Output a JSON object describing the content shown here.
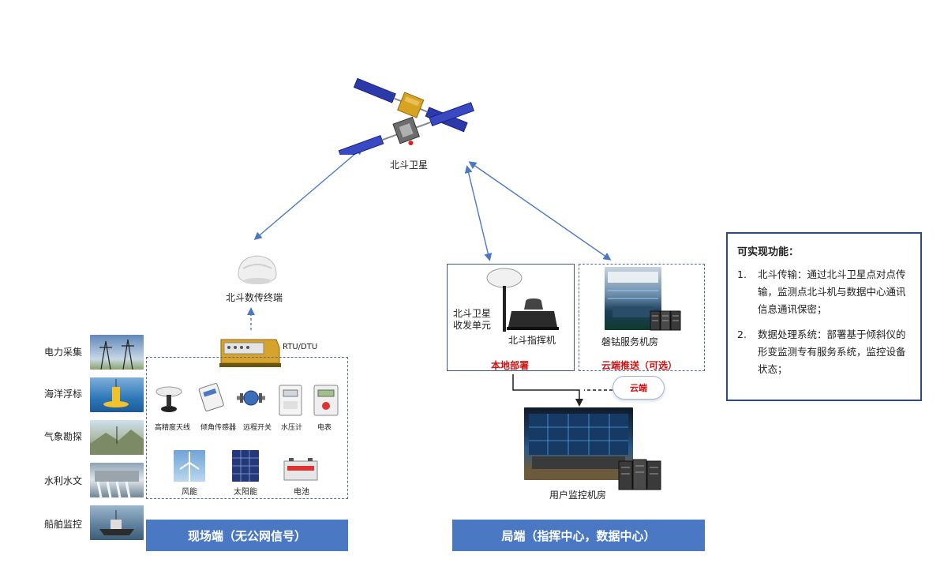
{
  "satellite": {
    "label": "北斗卫星"
  },
  "terminal": {
    "label": "北斗数传终端",
    "rtu_label": "RTU/DTU"
  },
  "field_apps": [
    {
      "label": "电力采集"
    },
    {
      "label": "海洋浮标"
    },
    {
      "label": "气象勘探"
    },
    {
      "label": "水利水文"
    },
    {
      "label": "船舶监控"
    }
  ],
  "devices": [
    {
      "label": "高精度天线"
    },
    {
      "label": "倾角传感器"
    },
    {
      "label": "远程开关"
    },
    {
      "label": "水压计"
    },
    {
      "label": "电表"
    }
  ],
  "power": [
    {
      "label": "风能"
    },
    {
      "label": "太阳能"
    },
    {
      "label": "电池"
    }
  ],
  "field_bar": {
    "label": "现场端（无公网信号）"
  },
  "local_deploy": {
    "receiver_label_1": "北斗卫星",
    "receiver_label_2": "收发单元",
    "commander_label": "北斗指挥机",
    "caption": "本地部署"
  },
  "cloud_push": {
    "room_label": "磐钴服务机房",
    "caption": "云端推送（可选）",
    "cloud_label": "云端"
  },
  "monitor_room": {
    "label": "用户监控机房"
  },
  "center_bar": {
    "label": "局端（指挥中心，数据中心）"
  },
  "functions": {
    "title": "可实现功能：",
    "items": [
      {
        "num": "1.",
        "text": "北斗传输：通过北斗卫星点对点传输，监测点北斗机与数据中心通讯信息通讯保密；"
      },
      {
        "num": "2.",
        "text": "数据处理系统：部署基于倾斜仪的形变监测专有服务系统，监控设备状态；"
      }
    ]
  },
  "colors": {
    "accent_blue": "#4a78c2",
    "arrow_blue": "#4a78c2",
    "caption_red": "#cc1111",
    "border_navy": "#2d4a86"
  }
}
